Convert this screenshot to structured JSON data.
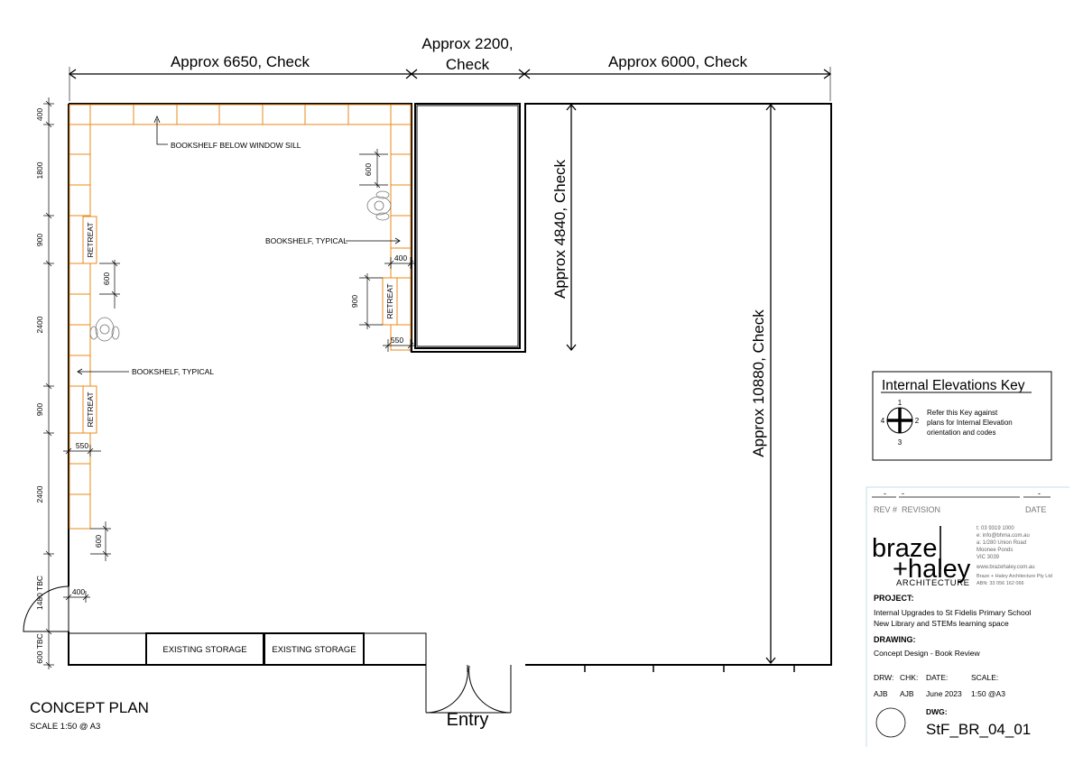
{
  "plan": {
    "title": "CONCEPT PLAN",
    "scale": "SCALE 1:50 @ A3",
    "top_dims": [
      "Approx 6650, Check",
      "Approx 2200,",
      "Check",
      "Approx 6000, Check"
    ],
    "vertical_dims": [
      "Approx 4840, Check",
      "Approx 10880, Check"
    ],
    "left_dims": [
      "400",
      "1800",
      "900",
      "2400",
      "900",
      "2400",
      "1480 TBC",
      "600 TBC"
    ],
    "small_dims": [
      "600",
      "600",
      "600",
      "900",
      "400",
      "550",
      "550",
      "400"
    ],
    "retreat": "RETREAT",
    "labels": {
      "bookshelf_sill": "BOOKSHELF BELOW WINDOW SILL",
      "bookshelf_typical": "BOOKSHELF, TYPICAL",
      "storage": "EXISTING STORAGE",
      "entry": "Entry"
    }
  },
  "key": {
    "title": "Internal Elevations Key",
    "numbers": [
      "1",
      "2",
      "3",
      "4"
    ],
    "note": [
      "Refer this Key against",
      "plans for Internal Elevation",
      "orientation and codes"
    ]
  },
  "titleblock": {
    "rev_placeholder": "-",
    "rev_label": "REV #",
    "revision_label": "REVISION",
    "date_label": "DATE",
    "brand_line1": "braze",
    "brand_line2": "+haley",
    "brand_line3": "ARCHITECTURE",
    "contact": [
      "t: 03 9319 1000",
      "e: info@bhma.com.au",
      "a: 1/280 Union Road",
      "Moonee Ponds",
      "VIC 3039"
    ],
    "website": "www.brazehaley.com.au",
    "company": [
      "Braze + Haley Architecture Pty Ltd",
      "ABN: 33 056 162 066"
    ],
    "project_label": "PROJECT:",
    "project": [
      "Internal Upgrades to St Fidelis Primary School",
      "New Library and STEMs learning space"
    ],
    "drawing_label": "DRAWING:",
    "drawing": "Concept Design - Book Review",
    "drw_label": "DRW:",
    "chk_label": "CHK:",
    "date_field_label": "DATE:",
    "scale_label": "SCALE:",
    "drw": "AJB",
    "chk": "AJB",
    "date": "June 2023",
    "scale": "1:50 @A3",
    "dwg_label": "DWG:",
    "dwg": "StF_BR_04_01"
  }
}
